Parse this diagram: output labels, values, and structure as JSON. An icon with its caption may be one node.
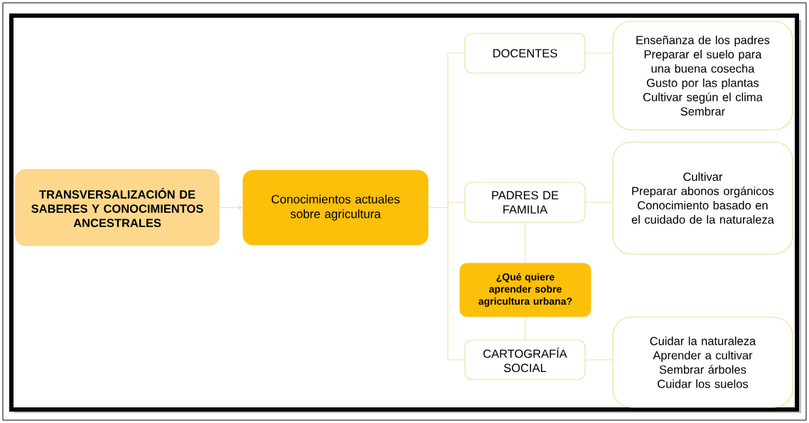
{
  "diagram": {
    "nodes": [
      {
        "text": [
          "TRANSVERSALIZACIÓN DE SABERES Y CONOCIMIENTOS ANCESTRALES"
        ]
      },
      {
        "text": [
          "Conocimientos actuales sobre agricultura"
        ]
      },
      {
        "text": [
          "DOCENTES"
        ]
      },
      {
        "text": [
          "Enseñanza de los padres",
          "Preparar el suelo para una buena cosecha",
          "Gusto por las plantas",
          "Cultivar según el clima",
          "Sembrar"
        ]
      },
      {
        "text": [
          "PADRES DE FAMILIA"
        ]
      },
      {
        "text": [
          "Cultivar",
          "Preparar abonos orgánicos",
          "Conocimiento basado en el cuidado de la naturaleza"
        ]
      },
      {
        "text": [
          "¿Qué quiere aprender sobre agricultura urbana?"
        ]
      },
      {
        "text": [
          "CARTOGRAFÍA SOCIAL"
        ]
      },
      {
        "text": [
          "Cuidar la naturaleza",
          "Aprender a cultivar",
          "Sembrar árboles",
          "Cuidar los suelos"
        ]
      }
    ],
    "edges": [
      {
        "from": 0,
        "to": 1,
        "arrow": "to"
      },
      {
        "from": 1,
        "to": 2,
        "arrow": "none"
      },
      {
        "from": 1,
        "to": 4,
        "arrow": "none"
      },
      {
        "from": 1,
        "to": 7,
        "arrow": "none"
      },
      {
        "from": 2,
        "to": 3,
        "arrow": "none"
      },
      {
        "from": 4,
        "to": 5,
        "arrow": "none"
      },
      {
        "from": 7,
        "to": 8,
        "arrow": "none"
      },
      {
        "from": 4,
        "to": 6,
        "arrow": "none"
      },
      {
        "from": 6,
        "to": 7,
        "arrow": "none"
      }
    ]
  }
}
